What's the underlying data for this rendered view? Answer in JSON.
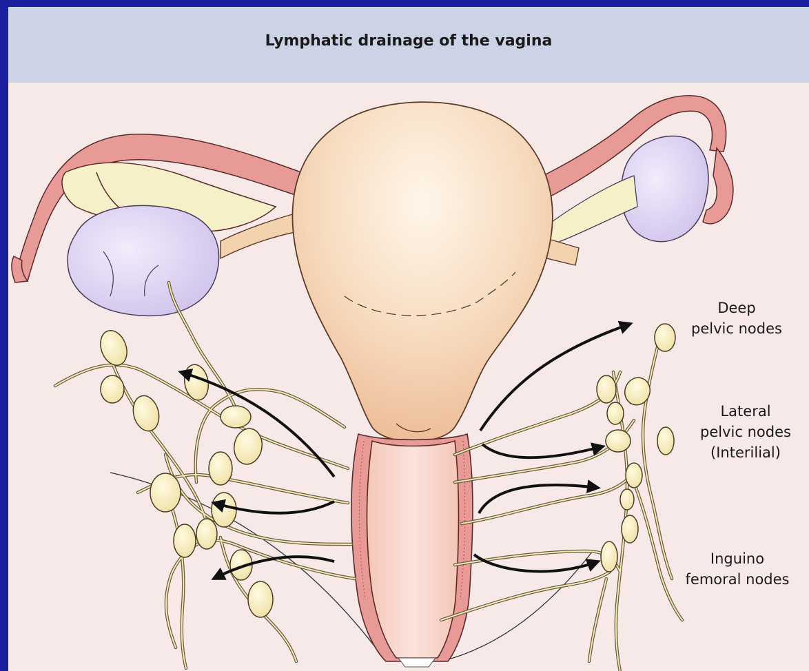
{
  "title": "Lymphatic drainage of the vagina",
  "labels": {
    "deep": [
      "Deep",
      "pelvic nodes"
    ],
    "lateral": [
      "Lateral",
      "pelvic nodes",
      "(Interilial)"
    ],
    "inguino": [
      "Inguino",
      "femoral nodes"
    ]
  },
  "colors": {
    "frame": "#1a1f9e",
    "header": "#cdd3e6",
    "background": "#f6e9e8",
    "uterus": "#f3d2ae",
    "tube": "#e79a96",
    "ovary": "#dcd2f2",
    "node": "#f2eab4"
  }
}
